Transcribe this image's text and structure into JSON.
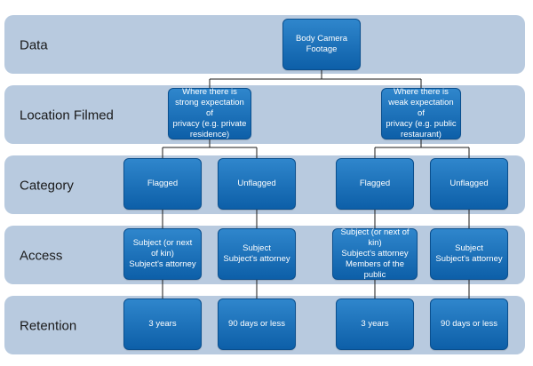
{
  "rows": [
    {
      "id": "data",
      "label": "Data"
    },
    {
      "id": "location",
      "label": "Location Filmed"
    },
    {
      "id": "category",
      "label": "Category"
    },
    {
      "id": "access",
      "label": "Access"
    },
    {
      "id": "retention",
      "label": "Retention"
    }
  ],
  "nodes": {
    "root": "Body Camera\nFootage",
    "strong": "Where there is\nstrong expectation of\nprivacy (e.g. private\nresidence)",
    "weak": "Where there is\nweak expectation of\nprivacy (e.g. public\nrestaurant)",
    "strong_flagged": "Flagged",
    "strong_unflagged": "Unflagged",
    "weak_flagged": "Flagged",
    "weak_unflagged": "Unflagged",
    "access_strong_flagged": "Subject (or next\nof kin)\nSubject's attorney",
    "access_strong_unflagged": "Subject\nSubject's attorney",
    "access_weak_flagged": "Subject (or next of kin)\nSubject's attorney\nMembers of the public",
    "access_weak_unflagged": "Subject\nSubject's attorney",
    "retention_strong_flagged": "3 years",
    "retention_strong_unflagged": "90 days or less",
    "retention_weak_flagged": "3 years",
    "retention_weak_unflagged": "90 days or less"
  },
  "colors": {
    "band": "#b8cadf",
    "node_top": "#2f86cc",
    "node_bottom": "#0d5fa8",
    "connector": "#1a1a1a"
  }
}
